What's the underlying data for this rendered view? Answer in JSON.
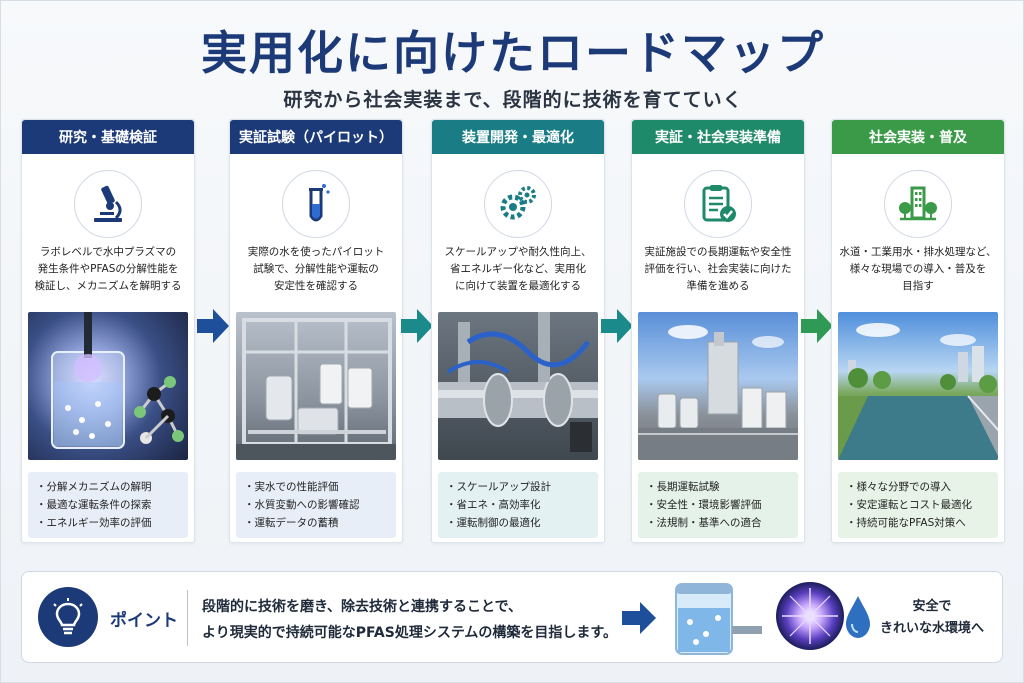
{
  "title": "実用化に向けたロードマップ",
  "subtitle": "研究から社会実装まで、段階的に技術を育てていく",
  "stages": [
    {
      "label": "研究・基礎検証",
      "icon": "microscope-icon",
      "color": "#1d3a78",
      "desc": [
        "ラボレベルで水中プラズマの",
        "発生条件やPFASの分解性能を",
        "検証し、メカニズムを解明する"
      ],
      "bullets": [
        "分解メカニズムの解明",
        "最適な運転条件の探索",
        "エネルギー効率の評価"
      ]
    },
    {
      "label": "実証試験（パイロット）",
      "icon": "test-tube-icon",
      "color": "#1d3a78",
      "desc": [
        "実際の水を使ったパイロット",
        "試験で、分解性能や運転の",
        "安定性を確認する"
      ],
      "bullets": [
        "実水での性能評価",
        "水質変動への影響確認",
        "運転データの蓄積"
      ]
    },
    {
      "label": "装置開発・最適化",
      "icon": "gears-icon",
      "color": "#1a7d86",
      "desc": [
        "スケールアップや耐久性向上、",
        "省エネルギー化など、実用化",
        "に向けて装置を最適化する"
      ],
      "bullets": [
        "スケールアップ設計",
        "省エネ・高効率化",
        "運転制御の最適化"
      ]
    },
    {
      "label": "実証・社会実装準備",
      "icon": "clipboard-check-icon",
      "color": "#1f8a6a",
      "desc": [
        "実証施設での長期運転や安全性",
        "評価を行い、社会実装に向けた",
        "準備を進める"
      ],
      "bullets": [
        "長期運転試験",
        "安全性・環境影響評価",
        "法規制・基準への適合"
      ]
    },
    {
      "label": "社会実装・普及",
      "icon": "city-buildings-icon",
      "color": "#3a9a48",
      "desc": [
        "水道・工業用水・排水処理など、",
        "様々な現場での導入・普及を",
        "目指す"
      ],
      "bullets": [
        "様々な分野での導入",
        "安定運転とコスト最適化",
        "持続可能なPFAS対策へ"
      ]
    }
  ],
  "point": {
    "icon": "lightbulb-icon",
    "label": "ポイント",
    "lines": [
      "段階的に技術を磨き、除去技術と連携することで、",
      "より現実的で持続可能なPFAS処理システムの構築を目指します。"
    ],
    "result_lines": [
      "安全で",
      "きれいな水環境へ"
    ]
  },
  "colors": {
    "title": "#1d3a78",
    "arrow_blue": "#1d4f9a",
    "arrow_teal": "#1a8a8a",
    "arrow_green": "#2f9a55"
  }
}
